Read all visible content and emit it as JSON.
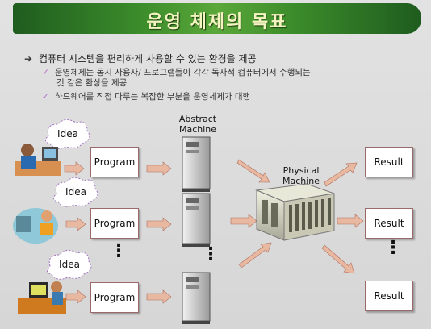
{
  "title": "운영 체제의 목표",
  "bullet_main": "컴퓨터 시스템을 편리하게 사용할 수 있는 환경을 제공",
  "sub_bullets": [
    "운영체제는 동시 사용자/ 프로그램들이 각각 독자적 컴퓨터에서 수행되는",
    "것 같은 환상을 제공",
    "하드웨어를 직접 다루는 복잡한 부분을 운영체제가 대행"
  ],
  "diagram": {
    "idea_label": "Idea",
    "program_label": "Program",
    "abstract_label_1": "Abstract",
    "abstract_label_2": "Machine",
    "physical_label_1": "Physical",
    "physical_label_2": "Machine",
    "result_label": "Result",
    "ellipsis": "⋮"
  },
  "colors": {
    "title_bg": "#3a8a2a",
    "title_text": "#f4f4c0",
    "arrow": "#e8b8a0",
    "checkmark": "#b06ad0"
  },
  "icons": [
    "person-at-computer-icon",
    "idea-cloud-icon",
    "server-tower-icon",
    "mainframe-icon",
    "arrow-right-icon"
  ]
}
